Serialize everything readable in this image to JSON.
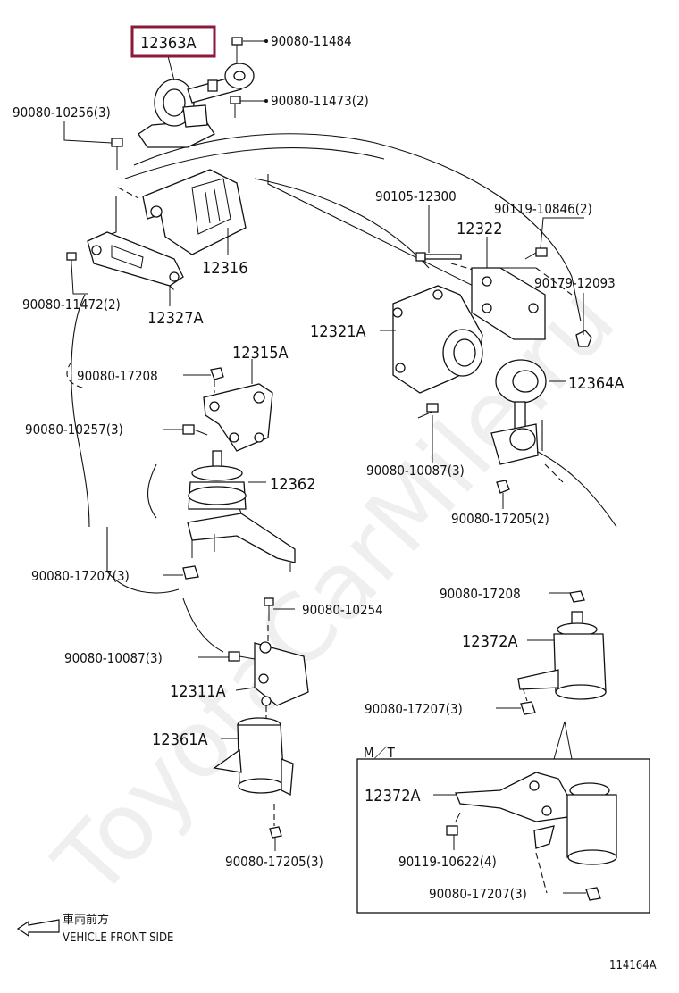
{
  "watermark": "ToyotaCarMile.ru",
  "highlight_color": "#8b1a3a",
  "labels": {
    "p12363A": "12363A",
    "p90080_11484": "90080-11484",
    "p90080_11473": "90080-11473(2)",
    "p90080_10256": "90080-10256(3)",
    "p90105_12300": "90105-12300",
    "p90119_10846": "90119-10846(2)",
    "p12322": "12322",
    "p12316": "12316",
    "p90179_12093": "90179-12093",
    "p90080_11472": "90080-11472(2)",
    "p12327A": "12327A",
    "p12321A": "12321A",
    "p12315A": "12315A",
    "p90080_17208a": "90080-17208",
    "p12364A": "12364A",
    "p90080_10257": "90080-10257(3)",
    "p90080_10087a": "90080-10087(3)",
    "p12362": "12362",
    "p90080_17205a": "90080-17205(2)",
    "p90080_17207a": "90080-17207(3)",
    "p90080_17208b": "90080-17208",
    "p90080_10254": "90080-10254",
    "p12372A_a": "12372A",
    "p90080_10087b": "90080-10087(3)",
    "p12311A": "12311A",
    "p90080_17207b": "90080-17207(3)",
    "p12361A": "12361A",
    "mt": "M／T",
    "p12372A_b": "12372A",
    "p90119_10622": "90119-10622(4)",
    "p90080_17205b": "90080-17205(3)",
    "p90080_17207c": "90080-17207(3)"
  },
  "footer": {
    "front_jp": "車両前方",
    "front_en": "VEHICLE FRONT SIDE",
    "diagram_id": "114164A"
  }
}
